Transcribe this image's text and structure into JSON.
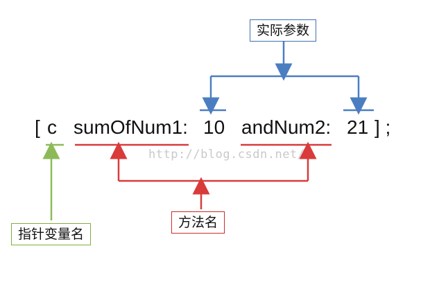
{
  "labels": {
    "actual_params": "实际参数",
    "method_name": "方法名",
    "pointer_var_name": "指针变量名"
  },
  "code": {
    "open_bracket": "[",
    "pointer": "c",
    "selector_part1": "sumOfNum1:",
    "arg1": "10",
    "selector_part2": "andNum2:",
    "arg2": "21",
    "close": "] ;"
  },
  "watermark": "http://blog.csdn.net/",
  "colors": {
    "blue": "#4a7ec1",
    "red": "#d93a3a",
    "green": "#8dba58",
    "blue_border": "#3f6fb0",
    "red_border": "#cc2a2a",
    "green_border": "#7fae3f"
  }
}
